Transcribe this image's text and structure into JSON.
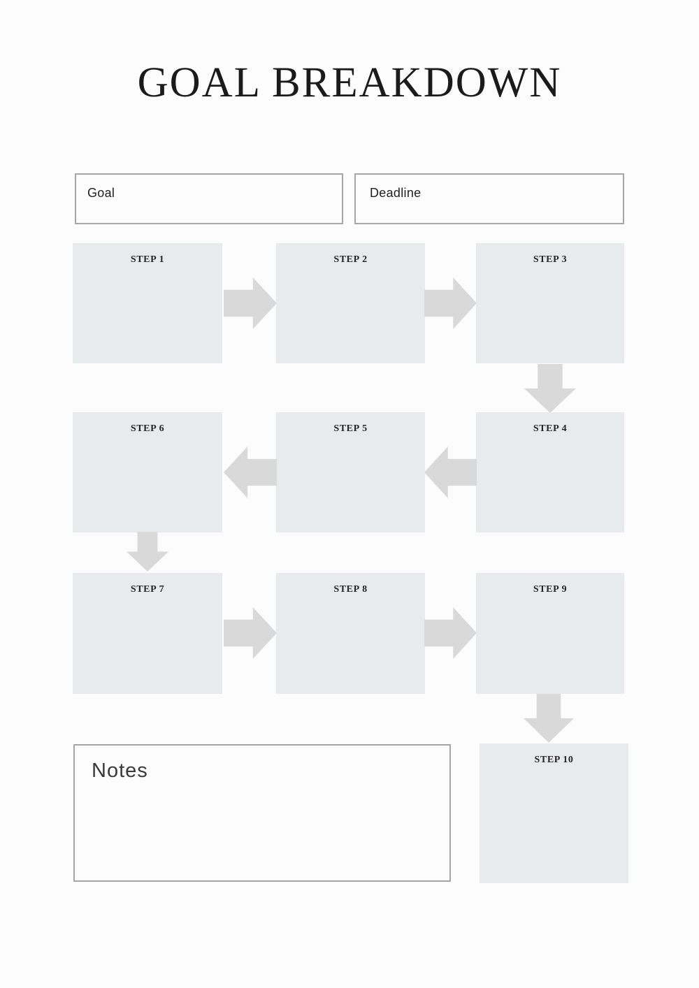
{
  "page": {
    "title": "GOAL BREAKDOWN",
    "background_color": "#fcfcfc"
  },
  "fields": {
    "goal_label": "Goal",
    "deadline_label": "Deadline",
    "notes_label": "Notes",
    "goal_value": "",
    "deadline_value": "",
    "notes_value": ""
  },
  "steps": [
    {
      "label": "STEP 1"
    },
    {
      "label": "STEP 2"
    },
    {
      "label": "STEP 3"
    },
    {
      "label": "STEP 4"
    },
    {
      "label": "STEP 5"
    },
    {
      "label": "STEP 6"
    },
    {
      "label": "STEP 7"
    },
    {
      "label": "STEP 8"
    },
    {
      "label": "STEP 9"
    },
    {
      "label": "STEP 10"
    }
  ],
  "flow_order": [
    "STEP 1",
    "STEP 2",
    "STEP 3",
    "STEP 4",
    "STEP 5",
    "STEP 6",
    "STEP 7",
    "STEP 8",
    "STEP 9",
    "STEP 10"
  ],
  "colors": {
    "step_box_fill": "#e8ebeb",
    "arrow_fill": "#d9d9d9",
    "field_border": "#a6a6a6",
    "title_text": "#1b1b1b",
    "step_text": "#262626",
    "notes_text": "#3a3a3a"
  },
  "icons": {
    "arrow_right": "block-arrow-right",
    "arrow_left": "block-arrow-left",
    "arrow_down": "block-arrow-down"
  }
}
